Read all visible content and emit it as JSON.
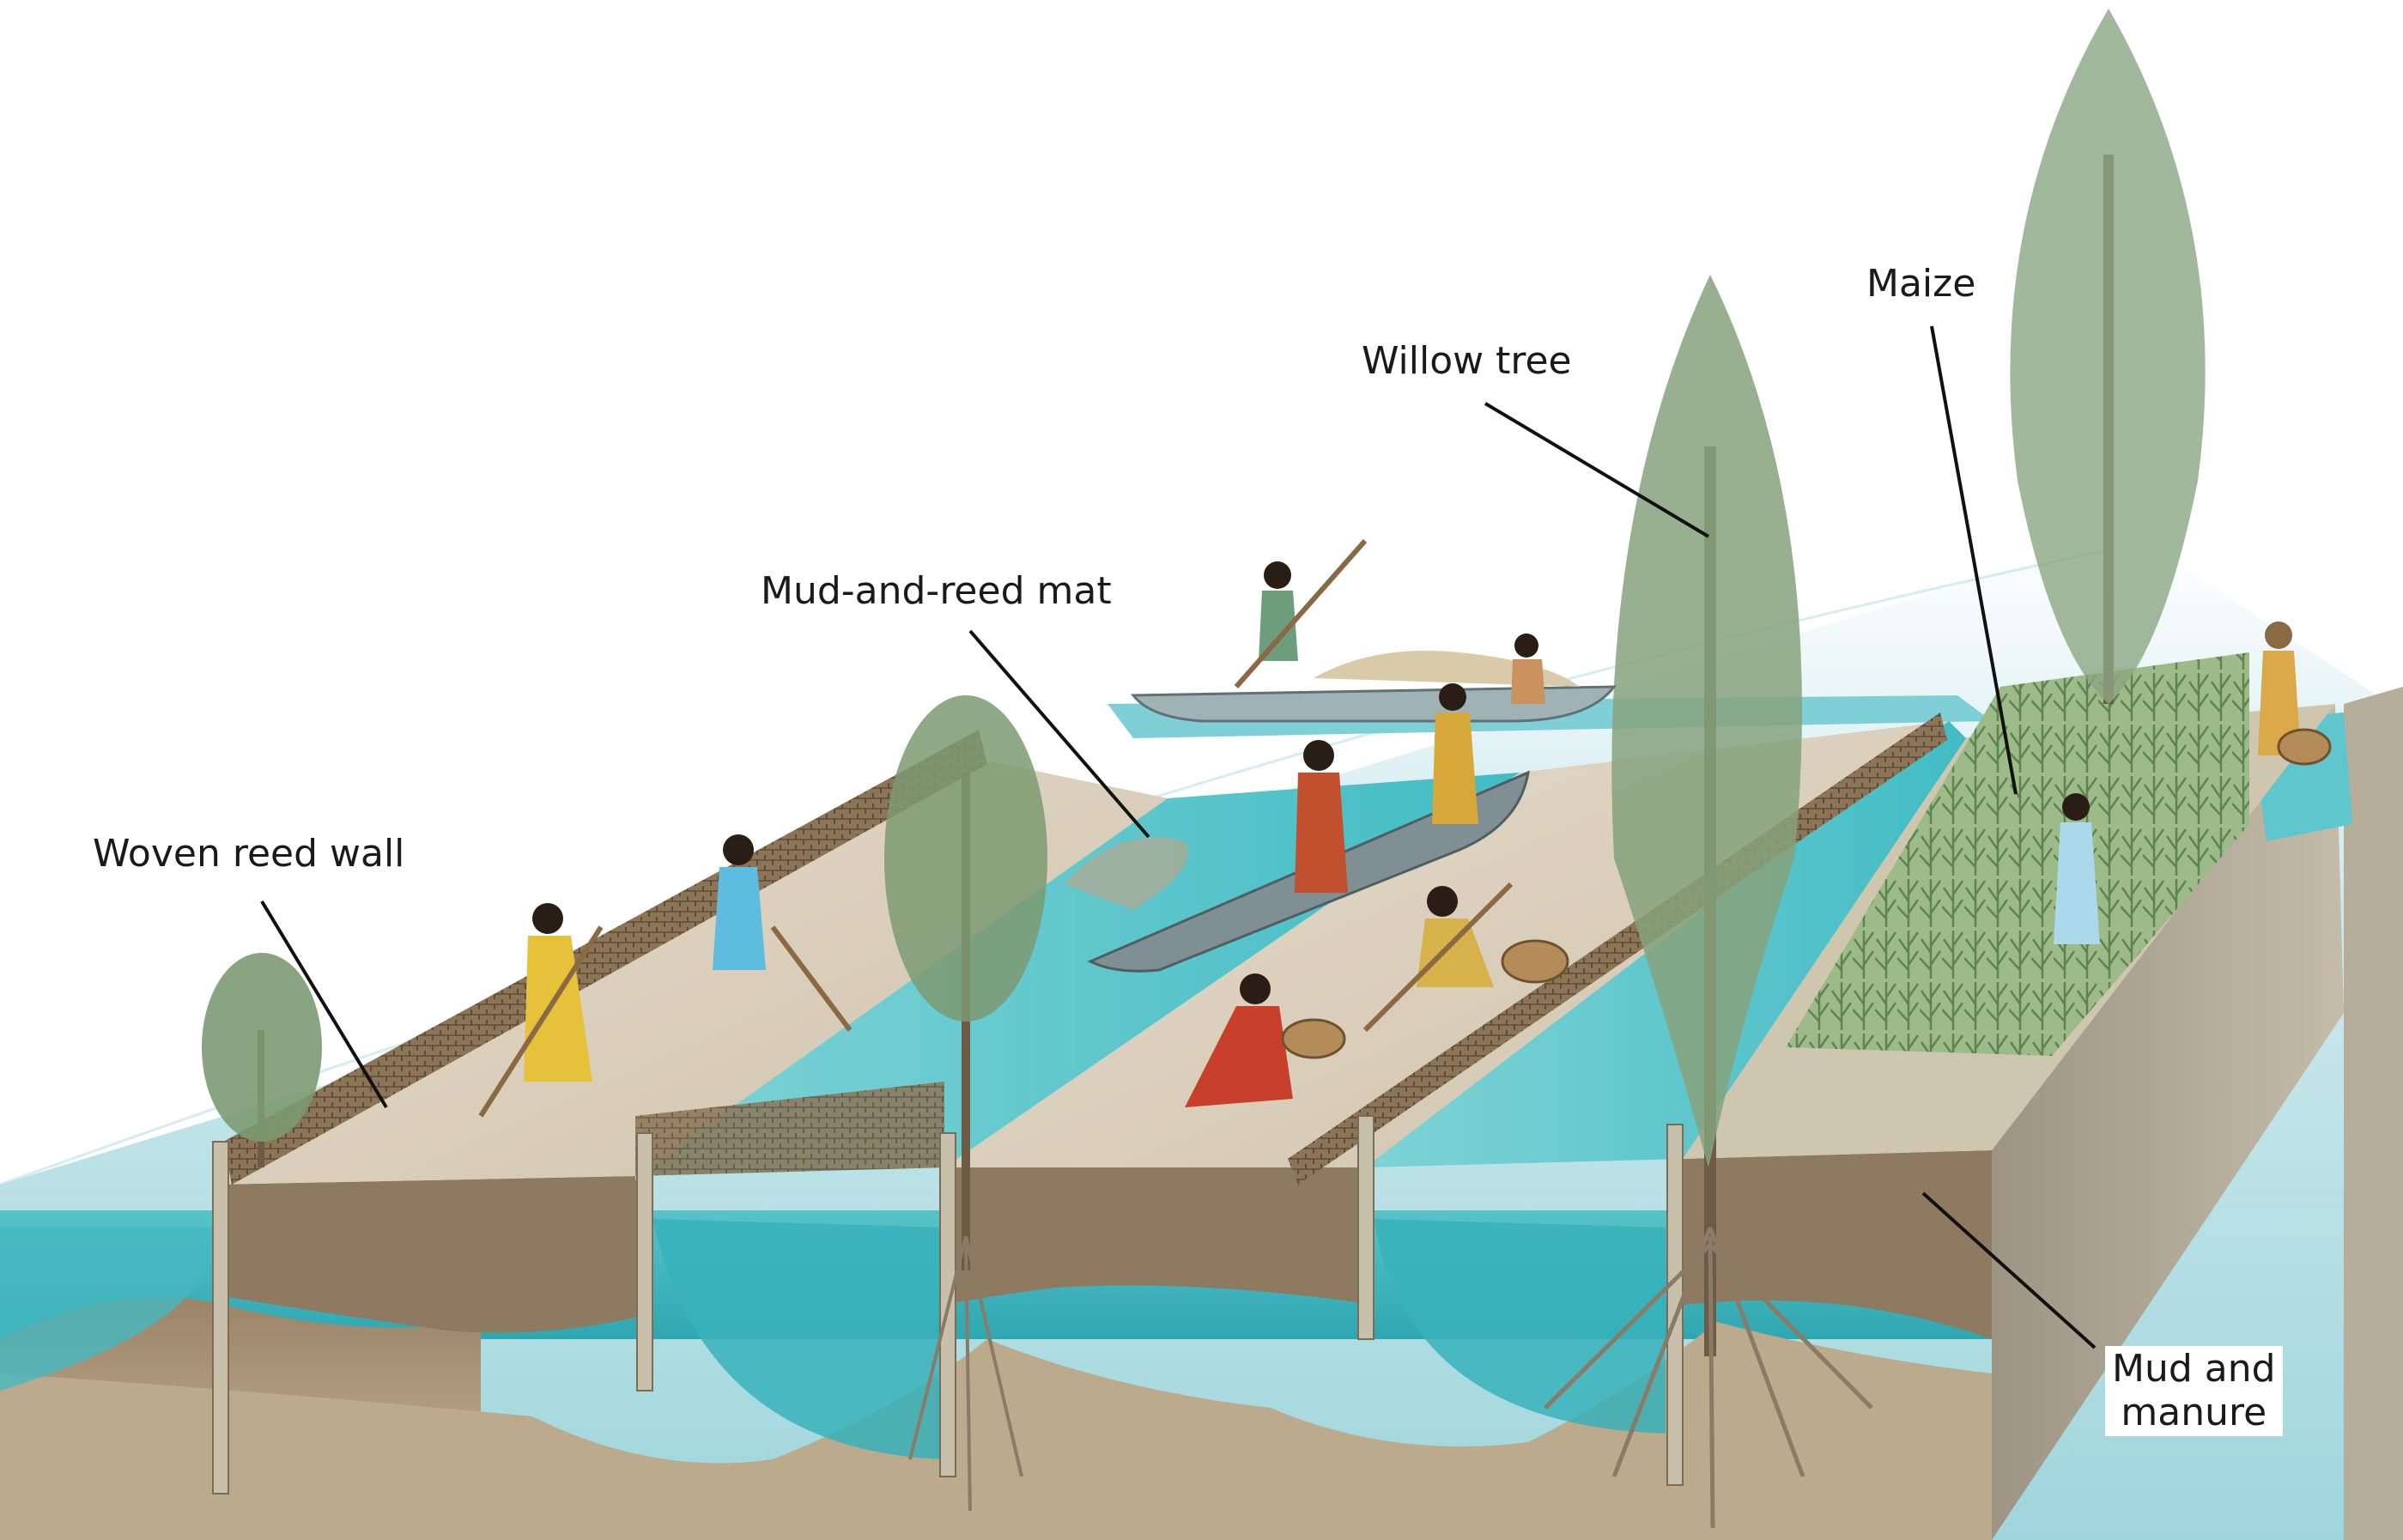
{
  "diagram": {
    "labels": {
      "woven_reed_wall": "Woven reed wall",
      "mud_and_reed_mat": "Mud-and-reed mat",
      "willow_tree": "Willow tree",
      "maize": "Maize",
      "mud_and_manure_line1": "Mud and",
      "mud_and_manure_line2": "manure"
    },
    "colors": {
      "water_light": "#9fd6dc",
      "water_deep": "#3fb6bf",
      "soil_top": "#d8cdb8",
      "soil_section": "#a8937a",
      "reed_wall": "#8c7556",
      "foliage": "#7c9a72",
      "maize": "#8fb07c",
      "leader_line": "#111111"
    },
    "icons": [
      "figure-icon",
      "canoe-icon",
      "basket-icon"
    ]
  }
}
